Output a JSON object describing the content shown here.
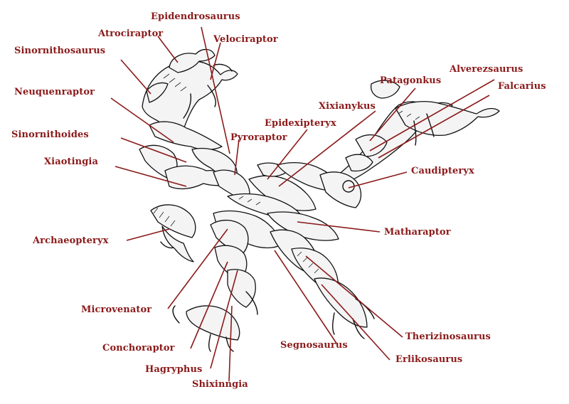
{
  "labels": [
    {
      "id": "epidendrosaurus",
      "text": "Epidendrosaurus"
    },
    {
      "id": "atrociraptor",
      "text": "Atrociraptor"
    },
    {
      "id": "velociraptor",
      "text": "Velociraptor"
    },
    {
      "id": "sinornithosaurus",
      "text": "Sinornithosaurus"
    },
    {
      "id": "alverezsaurus",
      "text": "Alverezsaurus"
    },
    {
      "id": "patagonkus",
      "text": "Patagonkus"
    },
    {
      "id": "falcarius",
      "text": "Falcarius"
    },
    {
      "id": "neuquenraptor",
      "text": "Neuquenraptor"
    },
    {
      "id": "xixianykus",
      "text": "Xixianykus"
    },
    {
      "id": "epidexipteryx",
      "text": "Epidexipteryx"
    },
    {
      "id": "sinornithoides",
      "text": "Sinornithoides"
    },
    {
      "id": "pyroraptor",
      "text": "Pyroraptor"
    },
    {
      "id": "xiaotingia",
      "text": "Xiaotingia"
    },
    {
      "id": "caudipteryx",
      "text": "Caudipteryx"
    },
    {
      "id": "matharaptor",
      "text": "Matharaptor"
    },
    {
      "id": "archaeopteryx",
      "text": "Archaeopteryx"
    },
    {
      "id": "microvenator",
      "text": "Microvenator"
    },
    {
      "id": "therizinosaurus",
      "text": "Therizinosaurus"
    },
    {
      "id": "segnosaurus",
      "text": "Segnosaurus"
    },
    {
      "id": "conchoraptor",
      "text": "Conchoraptor"
    },
    {
      "id": "erlikosaurus",
      "text": "Erlikosaurus"
    },
    {
      "id": "hagryphus",
      "text": "Hagryphus"
    },
    {
      "id": "shixinngia",
      "text": "Shixinngia"
    }
  ],
  "colors": {
    "label": "#8b1a1a",
    "ink": "#111111",
    "background": "#ffffff"
  }
}
